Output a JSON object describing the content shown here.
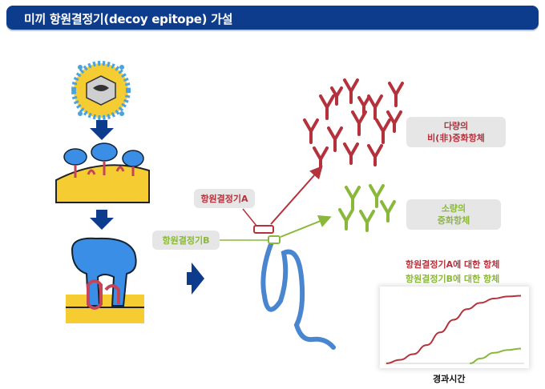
{
  "header": {
    "title": "미끼 항원결정기(decoy epitope) 가설"
  },
  "labels": {
    "epitope_a": "항원결정기A",
    "epitope_b": "항원결정기B",
    "many_line1": "다량의",
    "many_line2": "비(非)중화항체",
    "few_line1": "소량의",
    "few_line2": "중화항체"
  },
  "chart_data": {
    "type": "line",
    "title": "",
    "xlabel": "경과시간",
    "ylabel": "",
    "series": [
      {
        "name": "항원결정기A에 대한 항체",
        "color": "#b4323c",
        "x": [
          0,
          1,
          2,
          3,
          4,
          5,
          6,
          7,
          8,
          9,
          10
        ],
        "y": [
          0.0,
          0.05,
          0.13,
          0.26,
          0.44,
          0.62,
          0.77,
          0.86,
          0.92,
          0.95,
          0.96
        ]
      },
      {
        "name": "항원결정기B에 대한 항체",
        "color": "#8ab83a",
        "x": [
          6.2,
          7,
          8,
          9,
          10
        ],
        "y": [
          0.0,
          0.07,
          0.15,
          0.19,
          0.21
        ]
      }
    ]
  },
  "colors": {
    "header_bg": "#0d3c8c",
    "arrow_blue": "#0d3c8c",
    "antibody_red": "#b4323c",
    "antibody_green": "#8ab83a",
    "virus_blue": "#3a8ee6",
    "membrane_yellow": "#f5cd33"
  }
}
